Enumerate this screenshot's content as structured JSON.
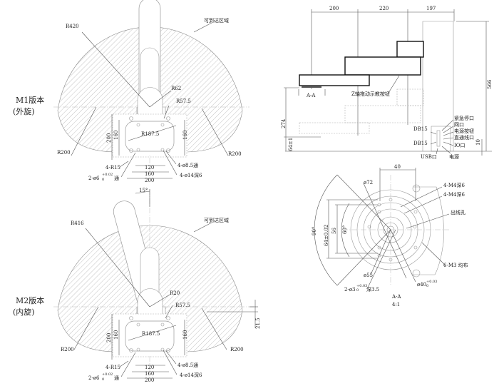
{
  "m1": {
    "title_line1": "M1版本",
    "title_line2": "(外旋)",
    "reach_label": "可到达区域",
    "r_outer": "R420",
    "r_inner": "R62",
    "r57": "R57.5",
    "r187": "R187.5",
    "r200_left": "R200",
    "r200_right": "R200",
    "h200": "200",
    "h160_left": "160",
    "h160_right": "160",
    "w120": "120",
    "w160": "160",
    "w200": "200",
    "r15": "4-R15",
    "pin_main": "2-ø6",
    "pin_tol_upper": "+0.02",
    "pin_tol_lower": "0",
    "pin_suffix": "通",
    "hole_through": "4-ø8.5通",
    "hole_counter": "4-ø14深6"
  },
  "m2": {
    "title_line1": "M2版本",
    "title_line2": "(内旋)",
    "reach_label": "可到达区域",
    "angle": "15°",
    "r_outer": "R416",
    "r_inner": "R20",
    "r57": "R57.5",
    "r187": "R187.5",
    "r200_left": "R200",
    "r200_right": "R200",
    "offset": "21.5",
    "h200": "200",
    "h160_left": "160",
    "h160_right": "160",
    "w120": "120",
    "w160": "160",
    "w200": "200",
    "r15": "4-R15",
    "pin_main": "2-ø6",
    "pin_tol_upper": "+0.02",
    "pin_tol_lower": "0",
    "pin_suffix": "通",
    "hole_through": "4-ø8.5通",
    "hole_counter": "4-ø14深6"
  },
  "side": {
    "dim_arm1": "200",
    "dim_arm2": "220",
    "dim_arm3": "197",
    "height_total": "566",
    "height_flange": "274",
    "height_base": "64±1",
    "height_foot": "10",
    "section": "A-A",
    "z_button": "Z轴拖动示教按钮",
    "ports": {
      "estop": "紧急停口",
      "ethernet": "网口",
      "power_button": "电源按钮",
      "passthrough": "直通线口",
      "io": "IO口",
      "db15_top": "DB15",
      "db15_bottom": "DB15",
      "usb": "USB口",
      "power": "电源"
    }
  },
  "flange": {
    "width": "40",
    "dia72": "ø72",
    "m4_a": "4-M4深6",
    "m4_b": "4-M4深6",
    "cable_hole": "出线孔",
    "m3": "6-M3 均布",
    "dia40": "ø40",
    "dia40_tol_upper": "+0.03",
    "dia40_tol_lower": "0",
    "pin_main": "2-ø3",
    "pin_tol_upper": "+0.03",
    "pin_tol_lower": "0",
    "pin_suffix": "深3.5",
    "dia55": "ø55",
    "angle90": "90°",
    "dim64": "64±0.02",
    "dim56": "56",
    "angle60": "60°",
    "section": "A-A",
    "scale": "4:1"
  }
}
